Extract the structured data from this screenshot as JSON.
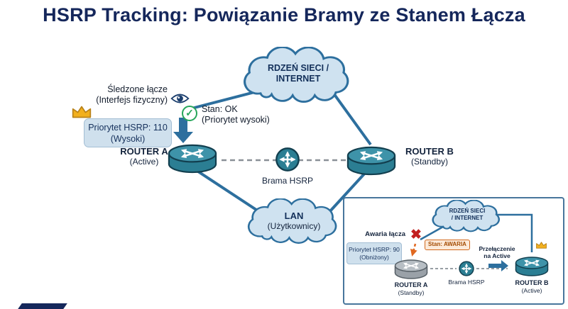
{
  "colors": {
    "accent_blue": "#2d6f9e",
    "navy_text": "#15275b",
    "router_teal": "#2b7e93",
    "router_gray": "#9aa1a8",
    "ok_green": "#27a65a",
    "fail_red": "#c21f1f",
    "warn_orange": "#d2691e",
    "crown_gold": "#f2b01e",
    "callout_bg": "#cfe0ed",
    "cloud_fill": "#cfe2f0"
  },
  "icons": {
    "check": "✓",
    "failure": "✖"
  },
  "title": "HSRP Tracking:  Powiązanie Bramy ze Stanem Łącza",
  "main": {
    "core_cloud": {
      "line1": "RDZEŃ SIECI /",
      "line2": "INTERNET"
    },
    "tracked_link": {
      "line1": "Śledzone łącze",
      "line2": "(Interfejs fizyczny)"
    },
    "status": {
      "line1": "Stan: OK",
      "line2": "(Priorytet wysoki)"
    },
    "priority": {
      "line1": "Priorytet HSRP: 110",
      "line2": "(Wysoki)"
    },
    "router_a": {
      "line1": "ROUTER A",
      "line2": "(Active)"
    },
    "router_b": {
      "line1": "ROUTER B",
      "line2": "(Standby)"
    },
    "gateway": "Brama HSRP",
    "lan_cloud": {
      "line1": "LAN",
      "line2": "(Użytkownicy)"
    }
  },
  "inset": {
    "core_cloud": {
      "line1": "RDZEŃ SIECI",
      "line2": "/ INTERNET"
    },
    "failure_label": "Awaria łącza",
    "status_fail": "Stan: AWARIA",
    "priority": {
      "line1": "Priorytet HSRP: 90",
      "line2": "(Obniżony)"
    },
    "router_a": {
      "line1": "ROUTER A",
      "line2": "(Standby)"
    },
    "gateway": "Brama HSRP",
    "failover": {
      "line1": "Przełączenie",
      "line2": "na Active"
    },
    "router_b": {
      "line1": "ROUTER B",
      "line2": "(Active)"
    }
  }
}
